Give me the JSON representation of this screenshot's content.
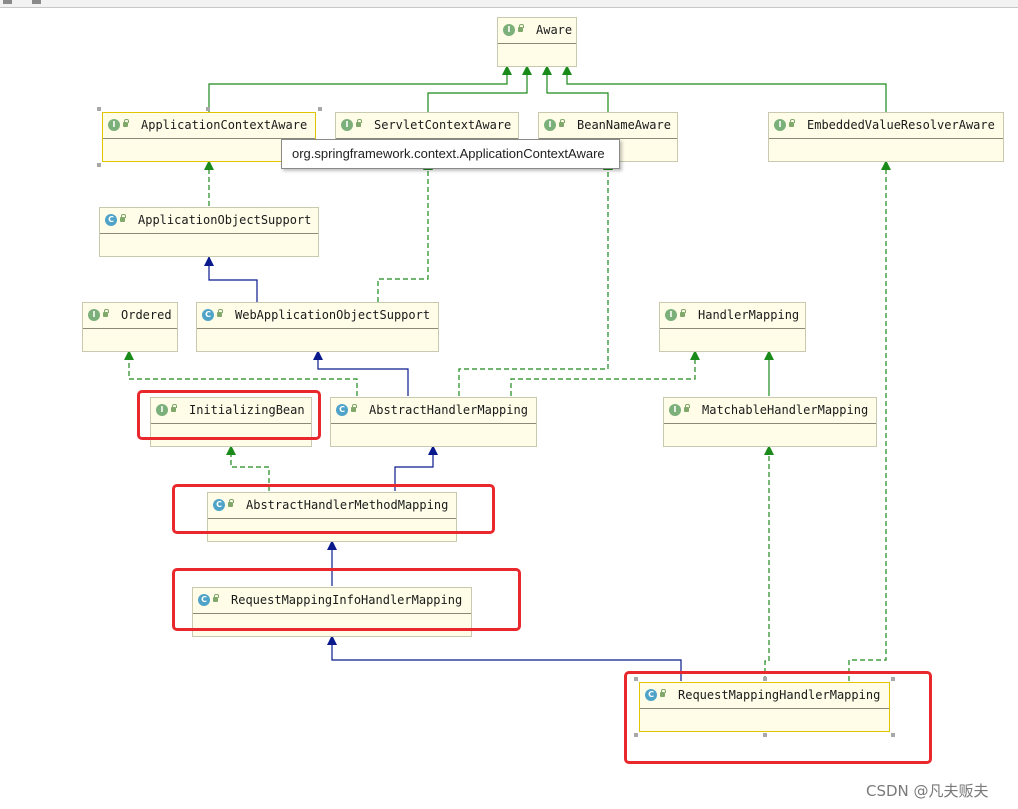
{
  "nodes": {
    "aware": {
      "name": "Aware",
      "kind": "I"
    },
    "application_context_aware": {
      "name": "ApplicationContextAware",
      "kind": "I"
    },
    "servlet_context_aware": {
      "name": "ServletContextAware",
      "kind": "I"
    },
    "bean_name_aware": {
      "name": "BeanNameAware",
      "kind": "I"
    },
    "embedded_value_resolver_aware": {
      "name": "EmbeddedValueResolverAware",
      "kind": "I"
    },
    "application_object_support": {
      "name": "ApplicationObjectSupport",
      "kind": "C"
    },
    "ordered": {
      "name": "Ordered",
      "kind": "I"
    },
    "web_application_object_support": {
      "name": "WebApplicationObjectSupport",
      "kind": "C"
    },
    "handler_mapping": {
      "name": "HandlerMapping",
      "kind": "I"
    },
    "initializing_bean": {
      "name": "InitializingBean",
      "kind": "I"
    },
    "abstract_handler_mapping": {
      "name": "AbstractHandlerMapping",
      "kind": "C"
    },
    "matchable_handler_mapping": {
      "name": "MatchableHandlerMapping",
      "kind": "I"
    },
    "abstract_handler_method_mapping": {
      "name": "AbstractHandlerMethodMapping",
      "kind": "C"
    },
    "request_mapping_info_handler_mapping": {
      "name": "RequestMappingInfoHandlerMapping",
      "kind": "C"
    },
    "request_mapping_handler_mapping": {
      "name": "RequestMappingHandlerMapping",
      "kind": "C"
    }
  },
  "tooltip": {
    "text": "org.springframework.context.ApplicationContextAware"
  },
  "watermark": {
    "text": "CSDN @凡夫贩夫"
  },
  "colors": {
    "interface_edge": "#1a8a1a",
    "extends_edge": "#0a1a8c",
    "highlight": "#e8282c",
    "node_fill": "#fffde8"
  }
}
